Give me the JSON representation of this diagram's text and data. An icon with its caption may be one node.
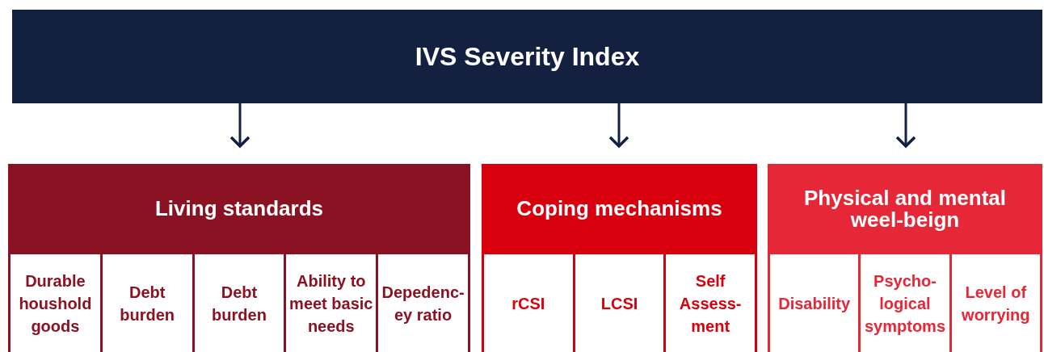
{
  "diagram": {
    "nodes": [
      {
        "text": [
          "IVS Severity Index"
        ]
      },
      {
        "text": [
          "Living standards"
        ]
      },
      {
        "text": [
          "Durable houshold goods"
        ],
        "in": 1
      },
      {
        "text": [
          "Debt burden"
        ],
        "in": 1
      },
      {
        "text": [
          "Debt burden"
        ],
        "in": 1
      },
      {
        "text": [
          "Ability to meet basic needs"
        ],
        "in": 1
      },
      {
        "text": [
          "Depedenc- ey ratio"
        ],
        "in": 1
      },
      {
        "text": [
          "Coping mechanisms"
        ]
      },
      {
        "text": [
          "rCSI"
        ],
        "in": 7
      },
      {
        "text": [
          "LCSI"
        ],
        "in": 7
      },
      {
        "text": [
          "Self Assess- ment"
        ],
        "in": 7
      },
      {
        "text": [
          "Physical and mental weel-beign"
        ]
      },
      {
        "text": [
          "Disability"
        ],
        "in": 11
      },
      {
        "text": [
          "Psycho- logical symptoms"
        ],
        "in": 11
      },
      {
        "text": [
          "Level of worrying"
        ],
        "in": 11
      }
    ],
    "edges": [
      {
        "from": 0,
        "to": 1,
        "arrow": "to"
      },
      {
        "from": 0,
        "to": 7,
        "arrow": "to"
      },
      {
        "from": 0,
        "to": 11,
        "arrow": "to"
      }
    ]
  }
}
